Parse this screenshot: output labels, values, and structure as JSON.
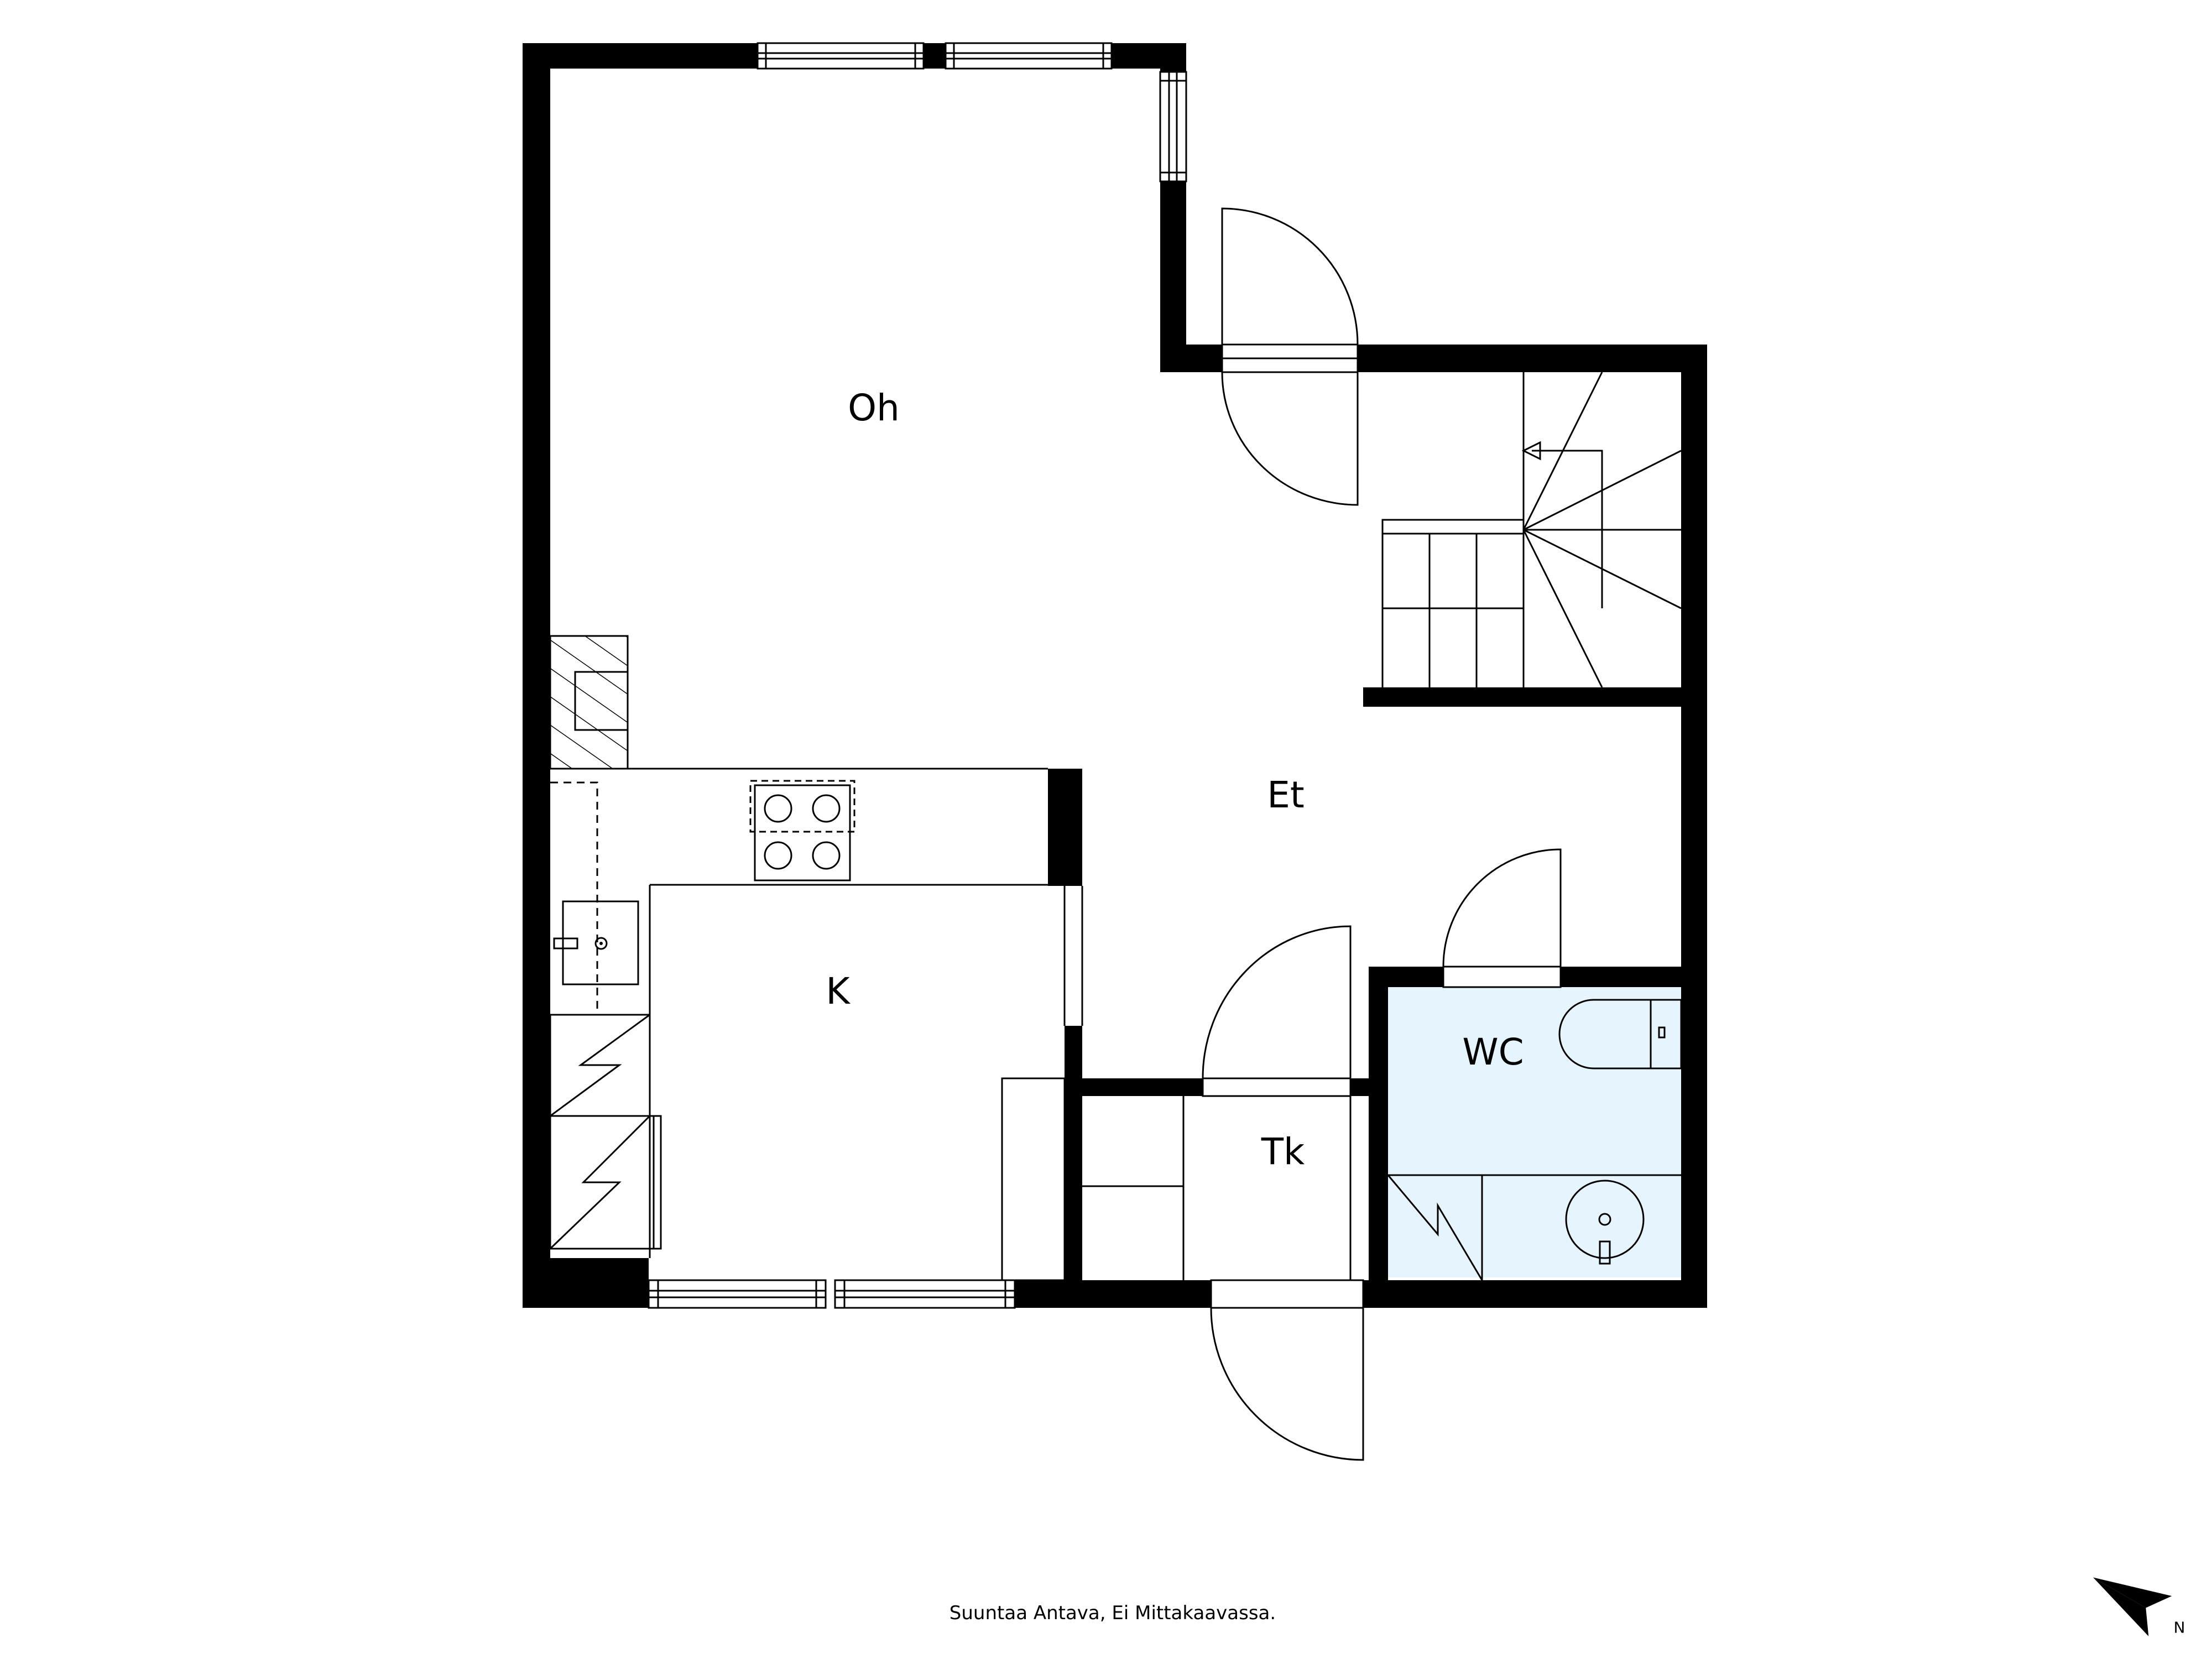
{
  "rooms": {
    "oh": "Oh",
    "et": "Et",
    "k": "K",
    "wc": "WC",
    "tk": "Tk"
  },
  "caption": "Suuntaa Antava, Ei Mittakaavassa.",
  "compass": {
    "label": "N",
    "icon": "north-arrow-icon"
  },
  "colors": {
    "wall": "#000000",
    "wc_fill": "#e6f4fd",
    "background": "#ffffff"
  }
}
